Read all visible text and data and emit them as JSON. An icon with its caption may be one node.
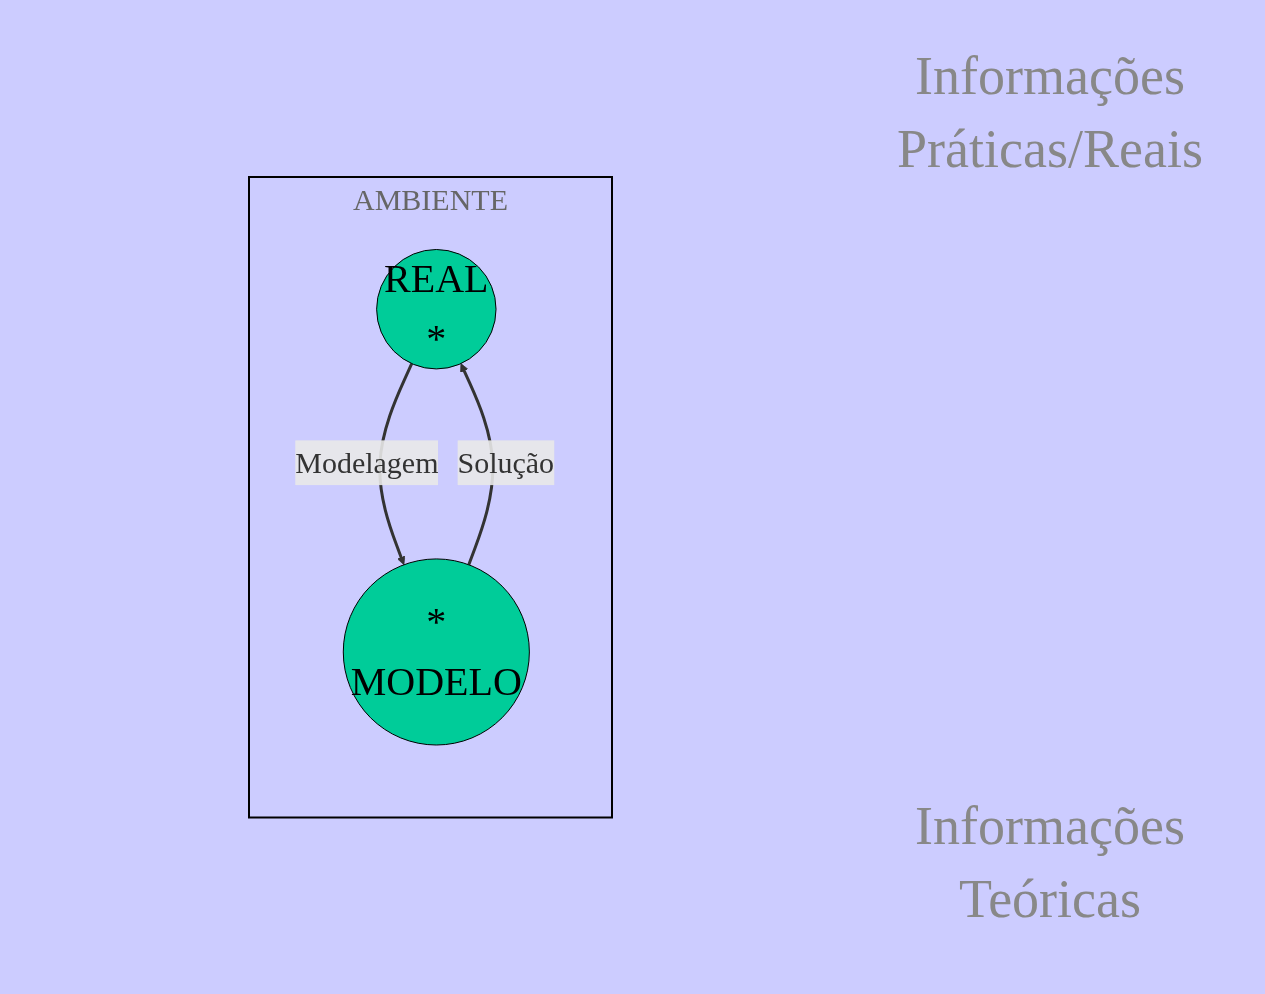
{
  "diagram": {
    "nodes": [
      {
        "text": [
          "AMBIENTE"
        ]
      },
      {
        "text": [
          "REAL",
          "*"
        ],
        "in": 0
      },
      {
        "text": [
          "*",
          "MODELO"
        ],
        "in": 0
      }
    ],
    "edges": [
      {
        "from": 1,
        "to": 2,
        "arrow": "to",
        "label": "Modelagem"
      },
      {
        "from": 2,
        "to": 1,
        "arrow": "to",
        "label": "Solução"
      }
    ],
    "labels": [
      "Informações Práticas/Reais",
      "Informações Teóricas"
    ]
  }
}
